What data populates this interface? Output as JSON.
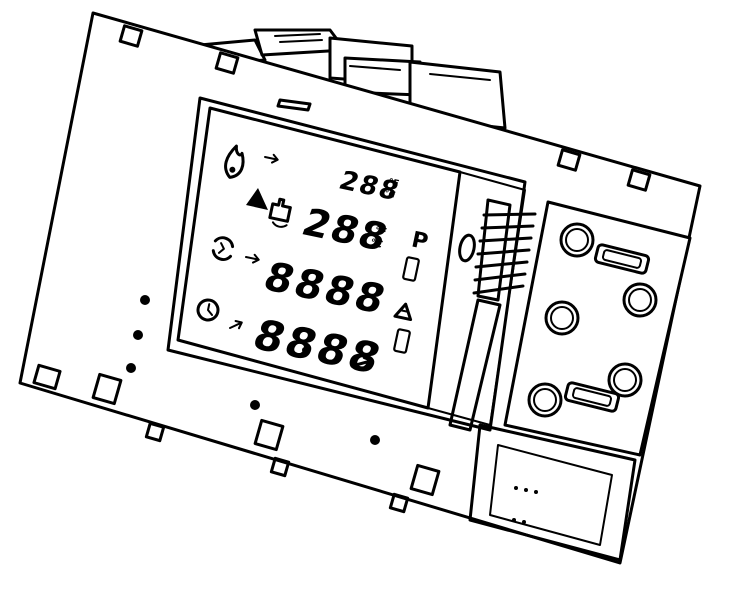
{
  "display": {
    "top_digits": "288",
    "mid_digits": "288",
    "row2_digits": "8888",
    "row3_digits": "8888",
    "unit_f": "°F",
    "unit_c": "°C",
    "p_label": "P"
  },
  "icons": [
    "flame-icon",
    "warning-triangle-icon",
    "tap-water-icon",
    "pump-cycle-icon",
    "clock-icon",
    "recycle-icon",
    "arrow-right-icon"
  ]
}
